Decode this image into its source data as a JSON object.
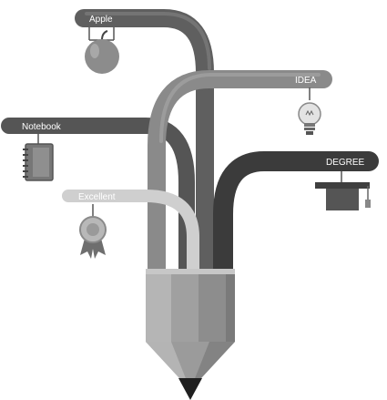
{
  "labels": {
    "apple": "Apple",
    "idea": "IDEA",
    "notebook": "Notebook",
    "degree": "DEGREE",
    "excellent": "Excellent"
  },
  "icons": {
    "apple": "apple-icon",
    "idea": "light-bulb-icon",
    "notebook": "notebook-icon",
    "degree": "graduation-cap-icon",
    "excellent": "award-ribbon-icon",
    "pencil": "pencil-icon"
  },
  "colors": {
    "background": "#ffffff",
    "tube_darkest": "#3b3b3b",
    "tube_dark": "#555555",
    "tube_mid": "#7d7d7d",
    "tube_light": "#a3a3a3",
    "tube_lightest": "#c9c9c9",
    "label_text": "#ffffff"
  }
}
